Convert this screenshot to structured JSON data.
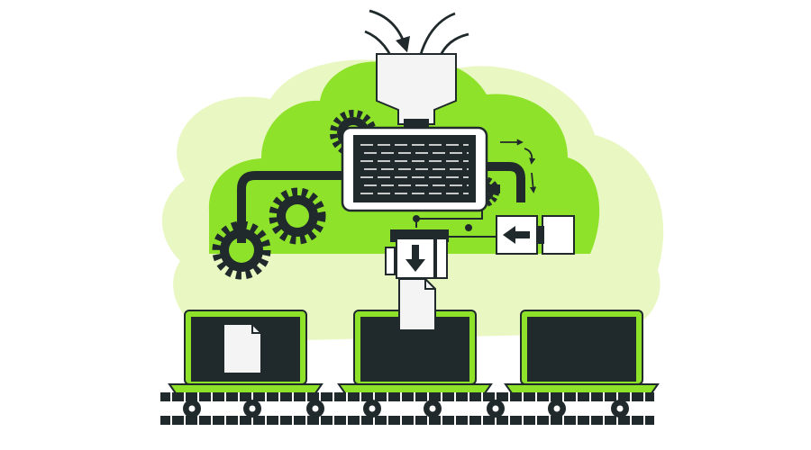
{
  "illustration": {
    "colors": {
      "light_green": "#e9f7c2",
      "bright_green": "#8ee22a",
      "dark": "#20292b",
      "white": "#ffffff",
      "paper": "#f4f4f4"
    },
    "icons": [
      "incoming-arrows",
      "hopper-funnel",
      "processor-machine",
      "gear",
      "left-arrow-box",
      "down-arrow-box",
      "document",
      "laptop",
      "conveyor-belt"
    ],
    "laptops": [
      {
        "id": "left",
        "has_document": true
      },
      {
        "id": "middle",
        "has_document": true
      },
      {
        "id": "right",
        "has_document": false
      }
    ]
  }
}
